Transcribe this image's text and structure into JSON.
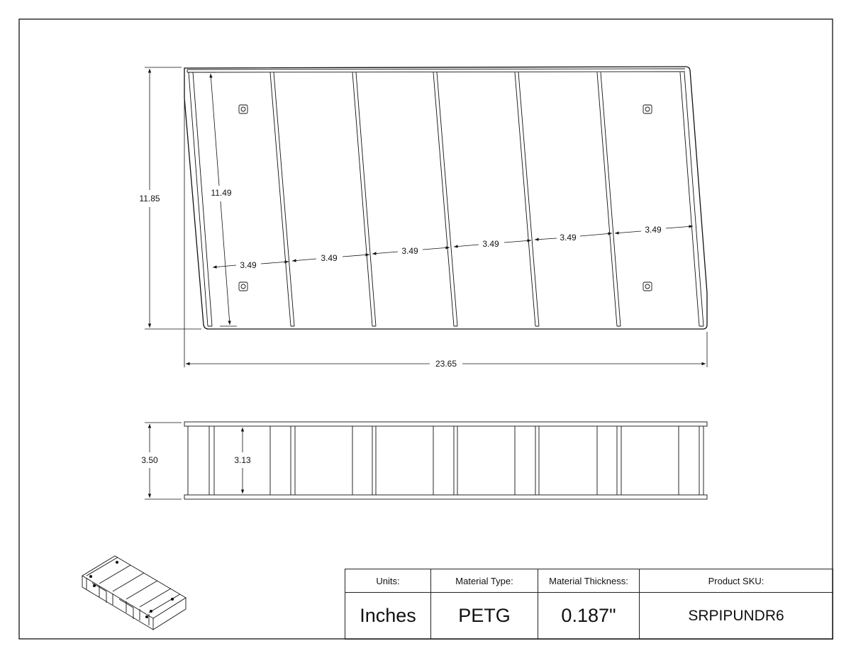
{
  "top_view": {
    "overall_height": "11.85",
    "inner_height": "11.49",
    "overall_width": "23.65",
    "bay_widths": [
      "3.49",
      "3.49",
      "3.49",
      "3.49",
      "3.49",
      "3.49"
    ]
  },
  "front_view": {
    "overall_height": "3.50",
    "inner_height": "3.13"
  },
  "title_block": {
    "headers": [
      "Units:",
      "Material Type:",
      "Material Thickness:",
      "Product SKU:"
    ],
    "values": [
      "Inches",
      "PETG",
      "0.187\"",
      "SRPIPUNDR6"
    ]
  }
}
